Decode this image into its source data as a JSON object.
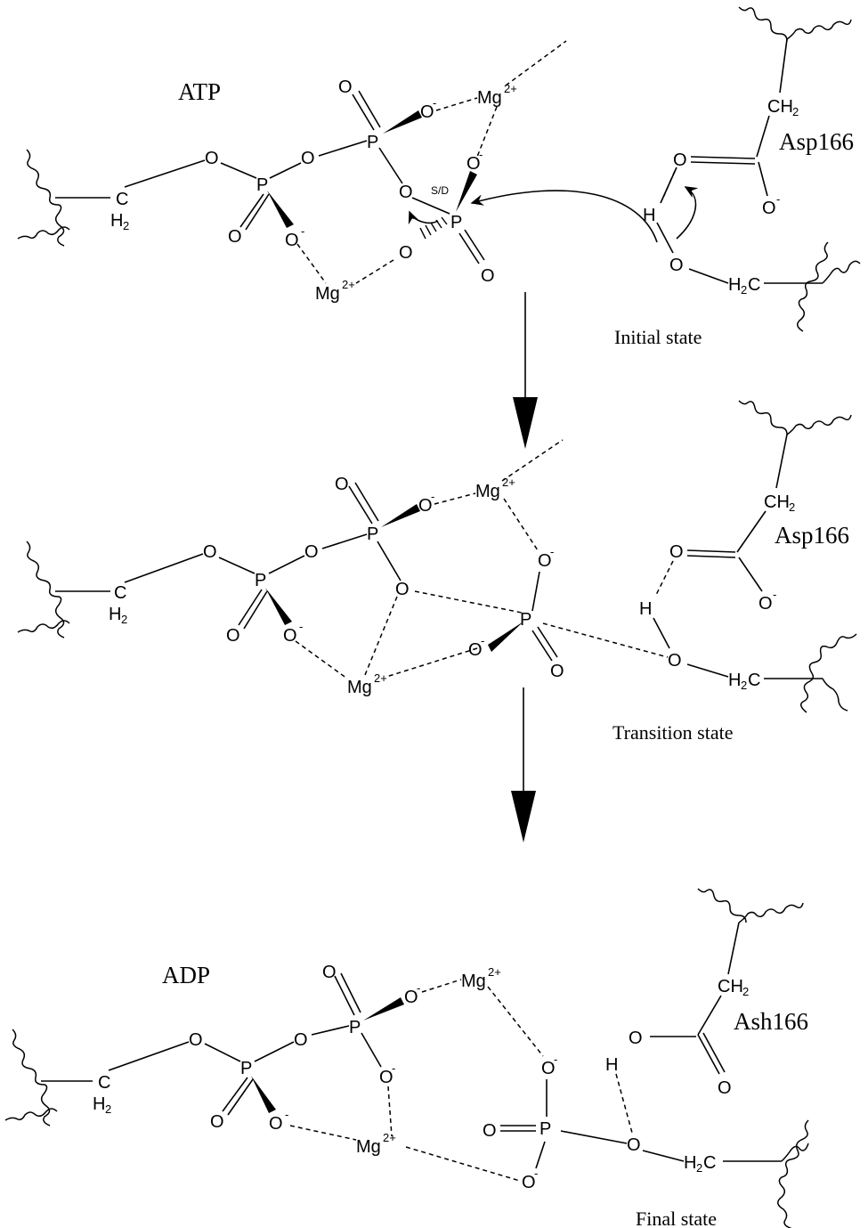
{
  "atoms": {
    "O": "O",
    "P": "P",
    "H": "H",
    "C": "C",
    "Mg": "Mg",
    "H2": "H",
    "two": "2",
    "H2C": "H",
    "C2": "C",
    "CH2": "CH",
    "charge_minus": "-",
    "mg_charge": "2+"
  },
  "panels": {
    "initial": {
      "molecule_label": "ATP",
      "residue_label": "Asp166",
      "state_label": "Initial state",
      "mechanism_label": "S/D"
    },
    "transition": {
      "residue_label": "Asp166",
      "state_label": "Transition state"
    },
    "final": {
      "molecule_label": "ADP",
      "residue_label": "Ash166",
      "state_label": "Final state"
    }
  }
}
